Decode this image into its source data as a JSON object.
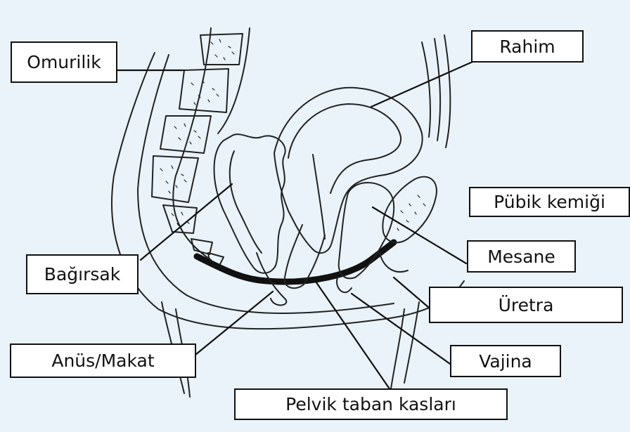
{
  "colors": {
    "background": "#eaf3fa",
    "line": "#222222",
    "muscle": "#111111",
    "label_fill": "#ffffff"
  },
  "labels": {
    "omurilik": "Omurilik",
    "rahim": "Rahim",
    "pubik_kemigi": "Pübik kemiği",
    "mesane": "Mesane",
    "bagirsak": "Bağırsak",
    "uretra": "Üretra",
    "anus_makat": "Anüs/Makat",
    "vajina": "Vajina",
    "pelvik_taban_kaslari": "Pelvik taban kasları"
  }
}
